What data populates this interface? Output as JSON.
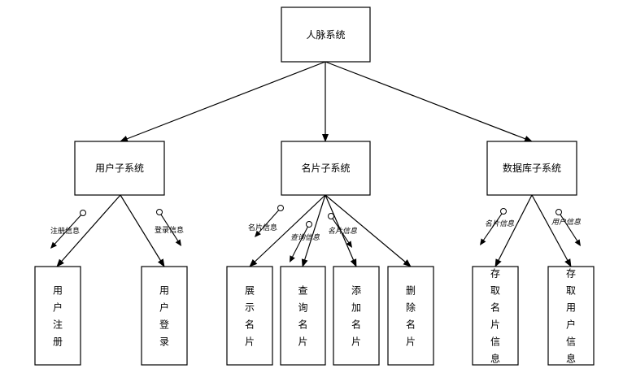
{
  "root": {
    "label": "人脉系统"
  },
  "subsystems": [
    {
      "label": "用户子系统"
    },
    {
      "label": "名片子系统"
    },
    {
      "label": "数据库子系统"
    }
  ],
  "modules": [
    {
      "label": "用户注册"
    },
    {
      "label": "用户登录"
    },
    {
      "label": "展示名片"
    },
    {
      "label": "查询名片"
    },
    {
      "label": "添加名片"
    },
    {
      "label": "删除名片"
    },
    {
      "label": "存取名片信息"
    },
    {
      "label": "存取用户信息"
    }
  ],
  "flows": [
    {
      "label": "注册信息"
    },
    {
      "label": "登录信息"
    },
    {
      "label": "名片信息"
    },
    {
      "label": "查询信息"
    },
    {
      "label": "名片信息"
    },
    {
      "label": "名片信息"
    },
    {
      "label": "用户信息"
    }
  ]
}
